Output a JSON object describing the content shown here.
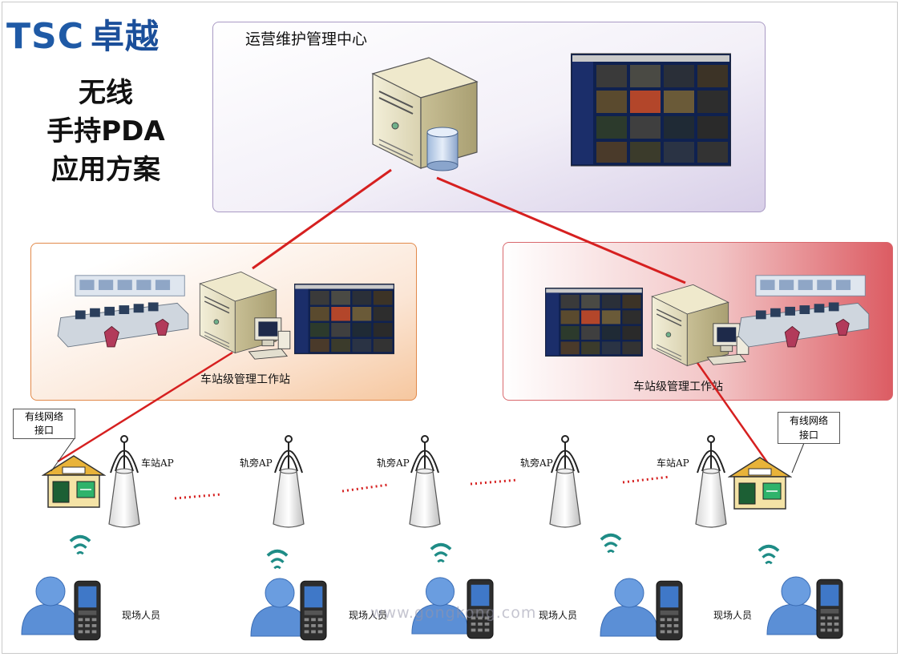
{
  "logo": {
    "mark": "TSC",
    "brand": "卓越"
  },
  "title_lines": [
    "无线",
    "手持PDA",
    "应用方案"
  ],
  "center_label": "运营维护管理中心",
  "station_label": "车站级管理工作站",
  "wired_interface": "有线网络\n接口",
  "ap_labels": [
    "车站AP",
    "轨旁AP",
    "轨旁AP",
    "轨旁AP",
    "车站AP"
  ],
  "personnel_label": "现场人员",
  "watermark": "www.gongkong.com",
  "colors": {
    "link_red": "#d62020",
    "person_blue": "#5b8fd6",
    "signal_teal": "#1e8c86"
  }
}
